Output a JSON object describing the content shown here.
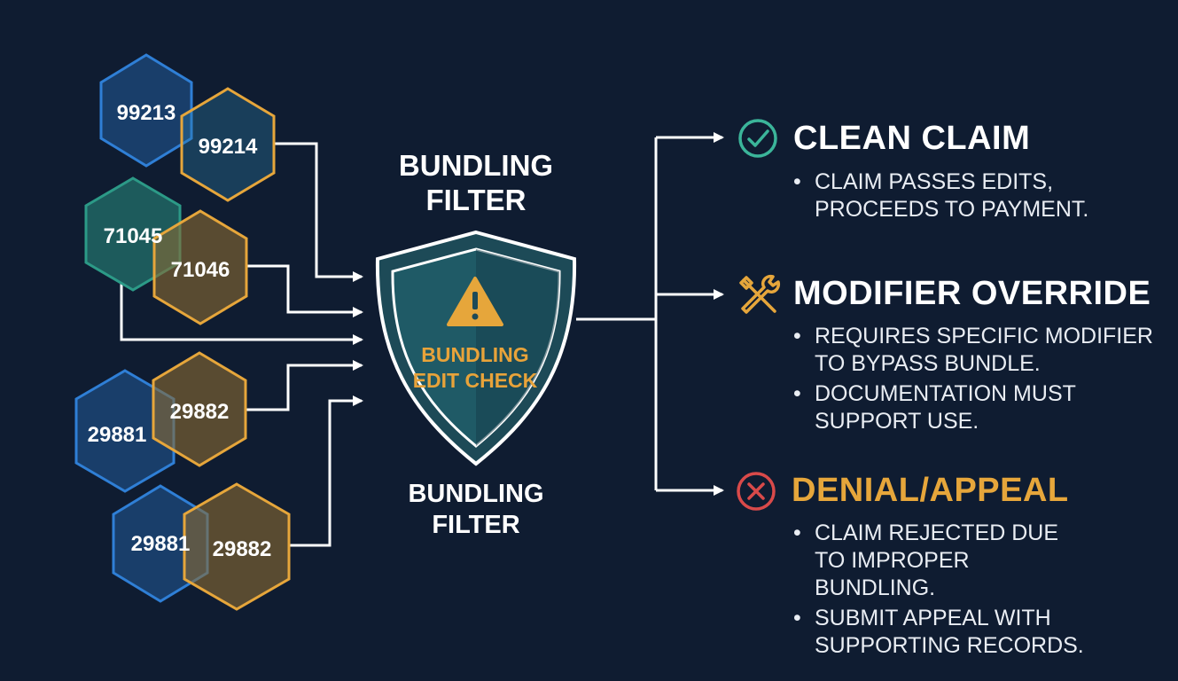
{
  "filter_title_top": [
    "BUNDLING",
    "FILTER"
  ],
  "filter_title_bottom": [
    "BUNDLING",
    "FILTER"
  ],
  "shield_label": [
    "BUNDLING",
    "EDIT CHECK"
  ],
  "code_pairs": [
    {
      "first": "99213",
      "second": "99214",
      "first_color": "#2f7fd6",
      "second_color": "#e6a63b"
    },
    {
      "first": "71045",
      "second": "71046",
      "first_color": "#2c9a87",
      "second_color": "#e6a63b"
    },
    {
      "first": "29881",
      "second": "29882",
      "first_color": "#2f7fd6",
      "second_color": "#e6a63b"
    },
    {
      "first": "29881",
      "second": "29882",
      "first_color": "#2f7fd6",
      "second_color": "#e6a63b"
    }
  ],
  "outcomes": [
    {
      "title": "CLEAN CLAIM",
      "icon": "check-circle-icon",
      "title_color": "#ffffff",
      "icon_color": "#3bb59a",
      "bullets": [
        "CLAIM PASSES EDITS, PROCEEDS TO PAYMENT."
      ]
    },
    {
      "title": "MODIFIER OVERRIDE",
      "icon": "wrench-screwdriver-icon",
      "title_color": "#ffffff",
      "icon_color": "#e6a63b",
      "bullets": [
        "REQUIRES SPECIFIC MODIFIER TO BYPASS BUNDLE.",
        "DOCUMENTATION MUST SUPPORT USE."
      ]
    },
    {
      "title": "DENIAL/APPEAL",
      "icon": "x-circle-icon",
      "title_color": "#e6a63b",
      "icon_color": "#d94a4a",
      "bullets": [
        "CLAIM REJECTED DUE TO IMPROPER BUNDLING.",
        "SUBMIT APPEAL WITH SUPPORTING RECORDS."
      ]
    }
  ],
  "colors": {
    "background": "#0f1c31",
    "connector": "#ffffff",
    "shield_fill": "#1d4a57",
    "shield_outline": "#ffffff",
    "warning": "#e6a63b"
  }
}
